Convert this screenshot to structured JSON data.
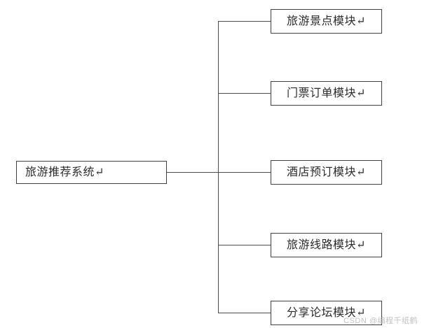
{
  "diagram": {
    "type": "system-module-hierarchy",
    "root": {
      "label": "旅游推荐系统↵"
    },
    "modules": [
      {
        "label": "旅游景点模块↵"
      },
      {
        "label": "门票订单模块↵"
      },
      {
        "label": "酒店预订模块↵"
      },
      {
        "label": "旅游线路模块↵"
      },
      {
        "label": "分享论坛模块↵"
      }
    ],
    "colors": {
      "background": "#ffffff",
      "box_border": "#3f3f3f",
      "connector": "#4a4a4a",
      "text": "#2b2b2b",
      "watermark": "#c2c2c2"
    }
  },
  "watermark": {
    "text": "CSDN @编程千纸鹤"
  }
}
